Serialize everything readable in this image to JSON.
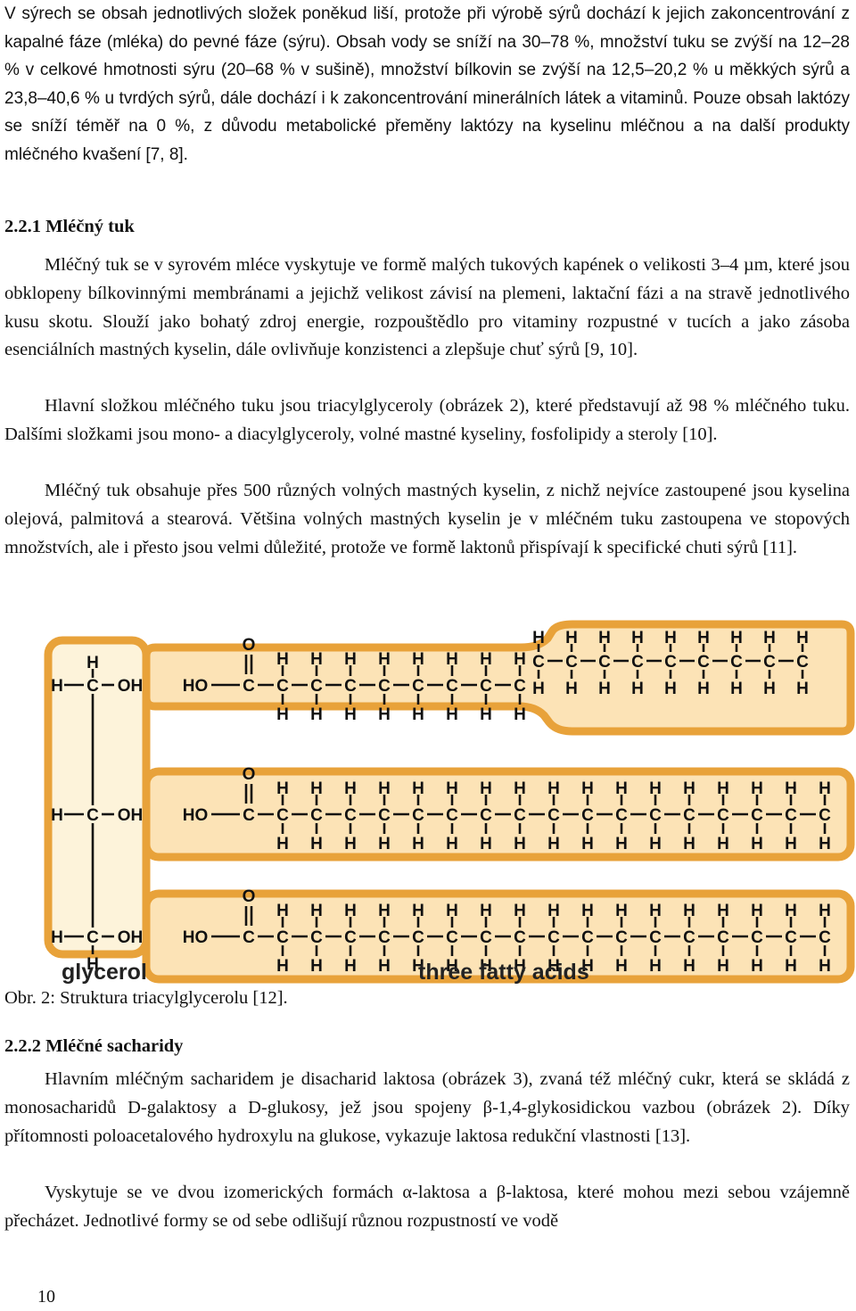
{
  "intro": {
    "text": "V sýrech se obsah jednotlivých složek poněkud liší, protože při výrobě sýrů dochází k jejich zakoncentrování z kapalné fáze (mléka) do pevné fáze (sýru). Obsah vody se sníží na 30–78 %, množství tuku se zvýší na 12–28 % v celkové hmotnosti sýru (20–68 % v sušině), množství bílkovin se zvýší na 12,5–20,2 % u měkkých sýrů a 23,8–40,6 % u tvrdých sýrů, dále dochází i k zakoncentrování minerálních látek a vitaminů. Pouze obsah laktózy se sníží téměř na 0 %, z důvodu metabolické přeměny laktózy na kyselinu mléčnou a na další produkty mléčného kvašení [7, 8]."
  },
  "section_fat": {
    "heading": "2.2.1 Mléčný tuk",
    "p1": "Mléčný tuk se v syrovém mléce vyskytuje ve formě malých tukových kapének o velikosti 3–4 µm, které jsou obklopeny bílkovinnými membránami a jejichž velikost závisí na plemeni, laktační fázi a na stravě jednotlivého kusu skotu. Slouží jako bohatý zdroj energie, rozpouštědlo pro vitaminy rozpustné v tucích a jako zásoba esenciálních mastných kyselin, dále ovlivňuje konzistenci a zlepšuje chuť sýrů [9, 10].",
    "p2": "Hlavní složkou mléčného tuku jsou triacylglyceroly (obrázek 2), které představují až 98 % mléčného tuku. Dalšími složkami jsou mono- a diacylglyceroly, volné mastné kyseliny, fosfolipidy a steroly [10].",
    "p3": "Mléčný tuk obsahuje přes 500 různých volných mastných kyselin, z nichž nejvíce zastoupené jsou kyselina olejová, palmitová a stearová. Většina volných mastných kyselin je v mléčném tuku zastoupena ve stopových množstvích, ale i přesto jsou velmi důležité, protože ve formě laktonů přispívají k specifické chuti sýrů [11]."
  },
  "figure": {
    "label_glycerol": "glycerol",
    "label_acids": "three fatty acids",
    "atom_h": "H",
    "atom_c": "C",
    "atom_o": "O",
    "group_oh": "OH",
    "group_ho": "HO",
    "colors": {
      "outline": "#e8a23a",
      "glycerol_fill": "#fdf3da",
      "acid_fill": "#fce3b6",
      "ink": "#111111"
    }
  },
  "caption": "Obr. 2: Struktura triacylglycerolu [12].",
  "section_sugar": {
    "heading": "2.2.2 Mléčné sacharidy",
    "p1": "Hlavním mléčným sacharidem je disacharid laktosa (obrázek 3), zvaná též mléčný cukr, která se skládá z monosacharidů D-galaktosy a D-glukosy, jež jsou spojeny β-1,4-glykosidickou vazbou (obrázek 2). Díky přítomnosti poloacetalového hydroxylu na glukose, vykazuje laktosa redukční vlastnosti [13].",
    "p2": "Vyskytuje se ve dvou izomerických formách α-laktosa a β-laktosa, které mohou mezi sebou vzájemně přecházet. Jednotlivé formy se od sebe odlišují různou rozpustností ve vodě"
  },
  "page_number": "10"
}
